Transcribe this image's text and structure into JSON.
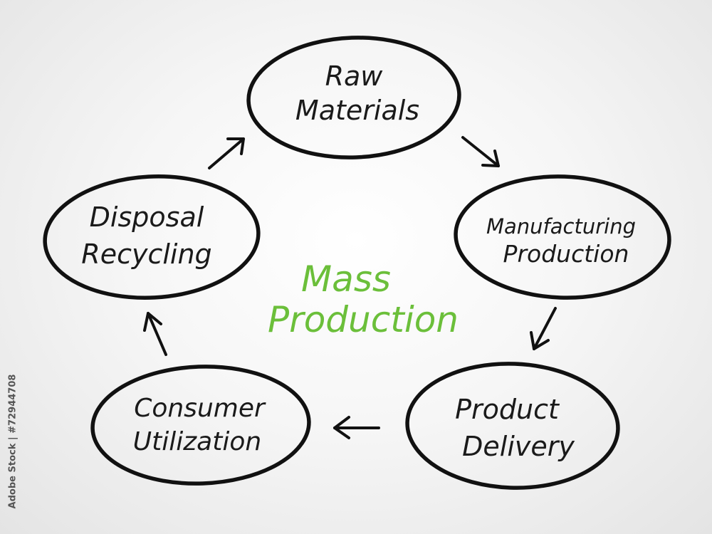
{
  "center": {
    "line1": "Mass",
    "line2": "Production",
    "color": "#6bbf3a"
  },
  "nodes": {
    "raw_materials": {
      "line1": "Raw",
      "line2": "Materials"
    },
    "manufacturing": {
      "line1": "Manufacturing",
      "line2": "Production"
    },
    "product_delivery": {
      "line1": "Product",
      "line2": "Delivery"
    },
    "consumer_utilization": {
      "line1": "Consumer",
      "line2": "Utilization"
    },
    "disposal_recycling": {
      "line1": "Disposal",
      "line2": "Recycling"
    }
  },
  "watermark": "Adobe Stock | #72944708"
}
